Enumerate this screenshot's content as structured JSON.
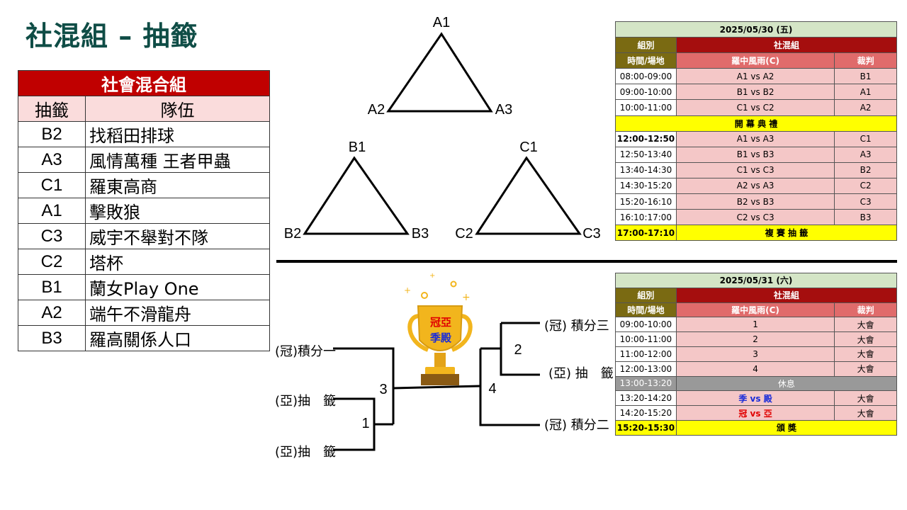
{
  "title": "社混組 – 抽籤",
  "draw_table": {
    "header": "社會混合組",
    "col_code": "抽籤",
    "col_team": "隊伍",
    "rows": [
      {
        "code": "B2",
        "team": "找稻田排球"
      },
      {
        "code": "A3",
        "team": "風情萬種 王者甲蟲"
      },
      {
        "code": "C1",
        "team": "羅東高商"
      },
      {
        "code": "A1",
        "team": "擊敗狼"
      },
      {
        "code": "C3",
        "team": "威宇不舉對不隊"
      },
      {
        "code": "C2",
        "team": "塔杯"
      },
      {
        "code": "B1",
        "team": "蘭女Play One"
      },
      {
        "code": "A2",
        "team": "端午不滑龍舟"
      },
      {
        "code": "B3",
        "team": "羅高關係人口"
      }
    ]
  },
  "triangles": {
    "a": [
      "A1",
      "A2",
      "A3"
    ],
    "b": [
      "B1",
      "B2",
      "B3"
    ],
    "c": [
      "C1",
      "C2",
      "C3"
    ]
  },
  "schedule_day1": {
    "date": "2025/05/30 (五)",
    "group_label": "組別",
    "group_name": "社混組",
    "time_header": "時間/場地",
    "court_header": "羅中風雨(C)",
    "ref_header": "裁判",
    "rows": [
      {
        "time": "08:00-09:00",
        "match": "A1 vs A2",
        "ref": "B1"
      },
      {
        "time": "09:00-10:00",
        "match": "B1 vs B2",
        "ref": "A1"
      },
      {
        "time": "10:00-11:00",
        "match": "C1 vs C2",
        "ref": "A2"
      }
    ],
    "ceremony": "開 幕 典 禮",
    "rows2": [
      {
        "time": "12:00-12:50",
        "match": "A1 vs A3",
        "ref": "C1"
      },
      {
        "time": "12:50-13:40",
        "match": "B1 vs B3",
        "ref": "A3"
      },
      {
        "time": "13:40-14:30",
        "match": "C1 vs C3",
        "ref": "B2"
      },
      {
        "time": "14:30-15:20",
        "match": "A2 vs A3",
        "ref": "C2"
      },
      {
        "time": "15:20-16:10",
        "match": "B2 vs B3",
        "ref": "C3"
      },
      {
        "time": "16:10:17:00",
        "match": "C2 vs C3",
        "ref": "B3"
      }
    ],
    "final_time": "17:00-17:10",
    "final_label": "複 賽 抽 籤"
  },
  "schedule_day2": {
    "date": "2025/05/31 (六)",
    "group_label": "組別",
    "group_name": "社混組",
    "time_header": "時間/場地",
    "court_header": "羅中風雨(C)",
    "ref_header": "裁判",
    "rows": [
      {
        "time": "09:00-10:00",
        "match": "1",
        "ref": "大會"
      },
      {
        "time": "10:00-11:00",
        "match": "2",
        "ref": "大會"
      },
      {
        "time": "11:00-12:00",
        "match": "3",
        "ref": "大會"
      },
      {
        "time": "12:00-13:00",
        "match": "4",
        "ref": "大會"
      }
    ],
    "break_time": "13:00-13:20",
    "break_label": "休息",
    "row_third": {
      "time": "13:20-14:20",
      "match": "季 vs 殿",
      "ref": "大會"
    },
    "row_final": {
      "time": "14:20-15:20",
      "match": "冠 vs 亞",
      "ref": "大會"
    },
    "award_time": "15:20-15:30",
    "award_label": "頒 獎"
  },
  "bracket": {
    "left_top": "(冠)積分一",
    "left_mid": "(亞)抽　籤",
    "left_bot": "(亞)抽　籤",
    "right_top": "(冠) 積分三",
    "right_mid": "(亞) 抽　籤",
    "right_bot": "(冠) 積分二",
    "match1": "1",
    "match2": "2",
    "match3": "3",
    "match4": "4"
  },
  "trophy": {
    "line1": "冠亞",
    "line2": "季殿",
    "color_gold": "#f2b51d",
    "color_base": "#8a5a14"
  },
  "colors": {
    "title": "#0f4d46",
    "dark_red": "#c00000",
    "pink": "#fadcdc",
    "olive": "#7a6a12",
    "yellow": "#ffff00"
  }
}
